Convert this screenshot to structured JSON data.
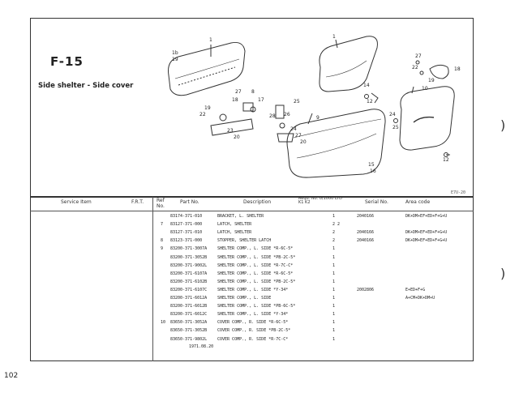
{
  "page": {
    "figure_id": "F-15",
    "title": "Side shelter - Side cover",
    "page_number": "102",
    "figure_code": "E7U-20",
    "footer_code": "1971.08.20"
  },
  "table": {
    "headers": {
      "service_item": "Service Item",
      "frt": "F.R.T.",
      "ref_no": "Ref No.",
      "part_no": "Part No.",
      "description": "Description",
      "reqd_no": "Reqd. No. 0/1000 LTD K1 K2",
      "serial_no": "Serial No.",
      "area_code": "Area code"
    },
    "rows": [
      {
        "ref": "",
        "part": "83174-371-010",
        "desc": "BRACKET, L. SHELTER",
        "qty": "1",
        "serial": "2040166",
        "area": "DK+DM+EF+ED+F+G+U"
      },
      {
        "ref": "7",
        "part": "83127-371-000",
        "desc": "LATCH, SHELTER",
        "qty": "2 2",
        "serial": "",
        "area": ""
      },
      {
        "ref": "",
        "part": "83127-371-010",
        "desc": "LATCH, SHELTER",
        "qty": "2",
        "serial": "2040166",
        "area": "DK+DM+EF+ED+F+G+U"
      },
      {
        "ref": "8",
        "part": "83123-371-000",
        "desc": "STOPPER, SHELTER LATCH",
        "qty": "2",
        "serial": "2040166",
        "area": "DK+DM+EF+ED+F+G+U"
      },
      {
        "ref": "9",
        "part": "83200-371-3007A",
        "desc": "SHELTER COMP., L. SIDE *R-6C-5*",
        "qty": "1",
        "serial": "",
        "area": ""
      },
      {
        "ref": "",
        "part": "83200-371-3052B",
        "desc": "SHELTER COMP., L. SIDE *PB-2C-5*",
        "qty": "1",
        "serial": "",
        "area": ""
      },
      {
        "ref": "",
        "part": "83200-371-9002L",
        "desc": "SHELTER COMP., L. SIDE *R-7C-C*",
        "qty": "1",
        "serial": "",
        "area": ""
      },
      {
        "ref": "",
        "part": "83200-371-6107A",
        "desc": "SHELTER COMP., L. SIDE *R-6C-5*",
        "qty": "1",
        "serial": "",
        "area": ""
      },
      {
        "ref": "",
        "part": "83200-371-6102B",
        "desc": "SHELTER COMP., L. SIDE *PB-2C-5*",
        "qty": "1",
        "serial": "",
        "area": ""
      },
      {
        "ref": "",
        "part": "83200-371-6107C",
        "desc": "SHELTER COMP., L. SIDE *Y-34*",
        "qty": "1",
        "serial": "2002806",
        "area": "E+ED+F+G"
      },
      {
        "ref": "",
        "part": "83200-371-6012A",
        "desc": "SHELTER COMP., L. SIDE",
        "qty": "1",
        "serial": "",
        "area": "A+CM+DK+DM+U"
      },
      {
        "ref": "",
        "part": "83200-371-6012B",
        "desc": "SHELTER COMP., L. SIDE *PB-6C-5*",
        "qty": "1",
        "serial": "",
        "area": ""
      },
      {
        "ref": "",
        "part": "83200-371-6012C",
        "desc": "SHELTER COMP., L. SIDE *Y-34*",
        "qty": "1",
        "serial": "",
        "area": ""
      },
      {
        "ref": "10",
        "part": "83650-371-3052A",
        "desc": "COVER COMP., R. SIDE *R-6C-5*",
        "qty": "1",
        "serial": "",
        "area": ""
      },
      {
        "ref": "",
        "part": "83650-371-3052B",
        "desc": "COVER COMP., R. SIDE *PB-2C-5*",
        "qty": "1",
        "serial": "",
        "area": ""
      },
      {
        "ref": "",
        "part": "83650-371-9802L",
        "desc": "COVER COMP., R. SIDE *R-7C-C*",
        "qty": "1",
        "serial": "",
        "area": ""
      }
    ]
  }
}
